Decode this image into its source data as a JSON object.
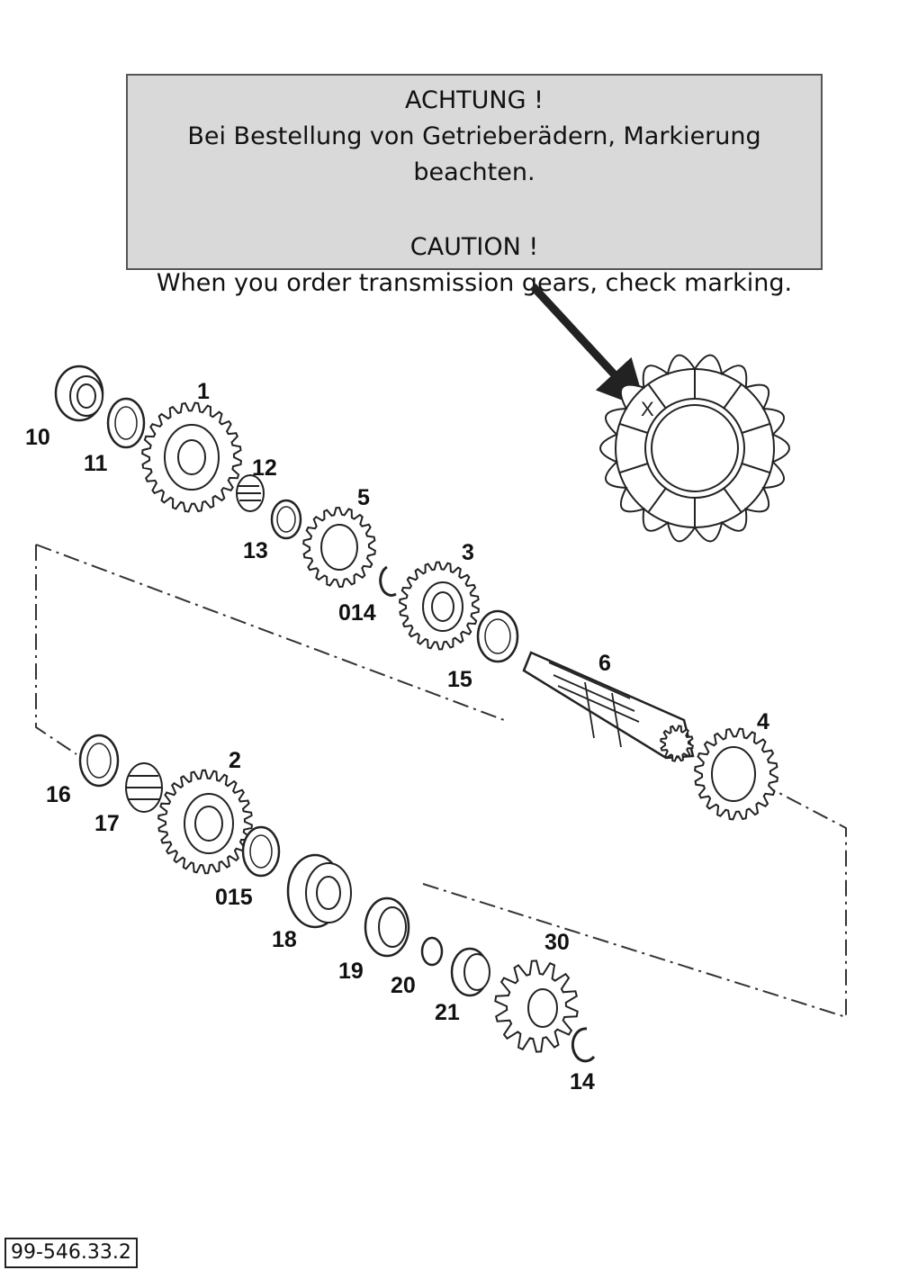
{
  "notice": {
    "heading_de": "ACHTUNG !",
    "text_de": "Bei Bestellung von Getrieberädern, Markierung beachten.",
    "heading_en": "CAUTION !",
    "text_en": "When you order transmission gears, check marking."
  },
  "marking_symbol": "X",
  "parts": {
    "p1": "1",
    "p2": "2",
    "p3": "3",
    "p4": "4",
    "p5": "5",
    "p6": "6",
    "p10": "10",
    "p11": "11",
    "p12": "12",
    "p13": "13",
    "p014": "014",
    "p15": "15",
    "p16": "16",
    "p17": "17",
    "p015": "015",
    "p18": "18",
    "p19": "19",
    "p20": "20",
    "p21": "21",
    "p30": "30",
    "p14": "14"
  },
  "drawing_number": "99-546.33.2"
}
